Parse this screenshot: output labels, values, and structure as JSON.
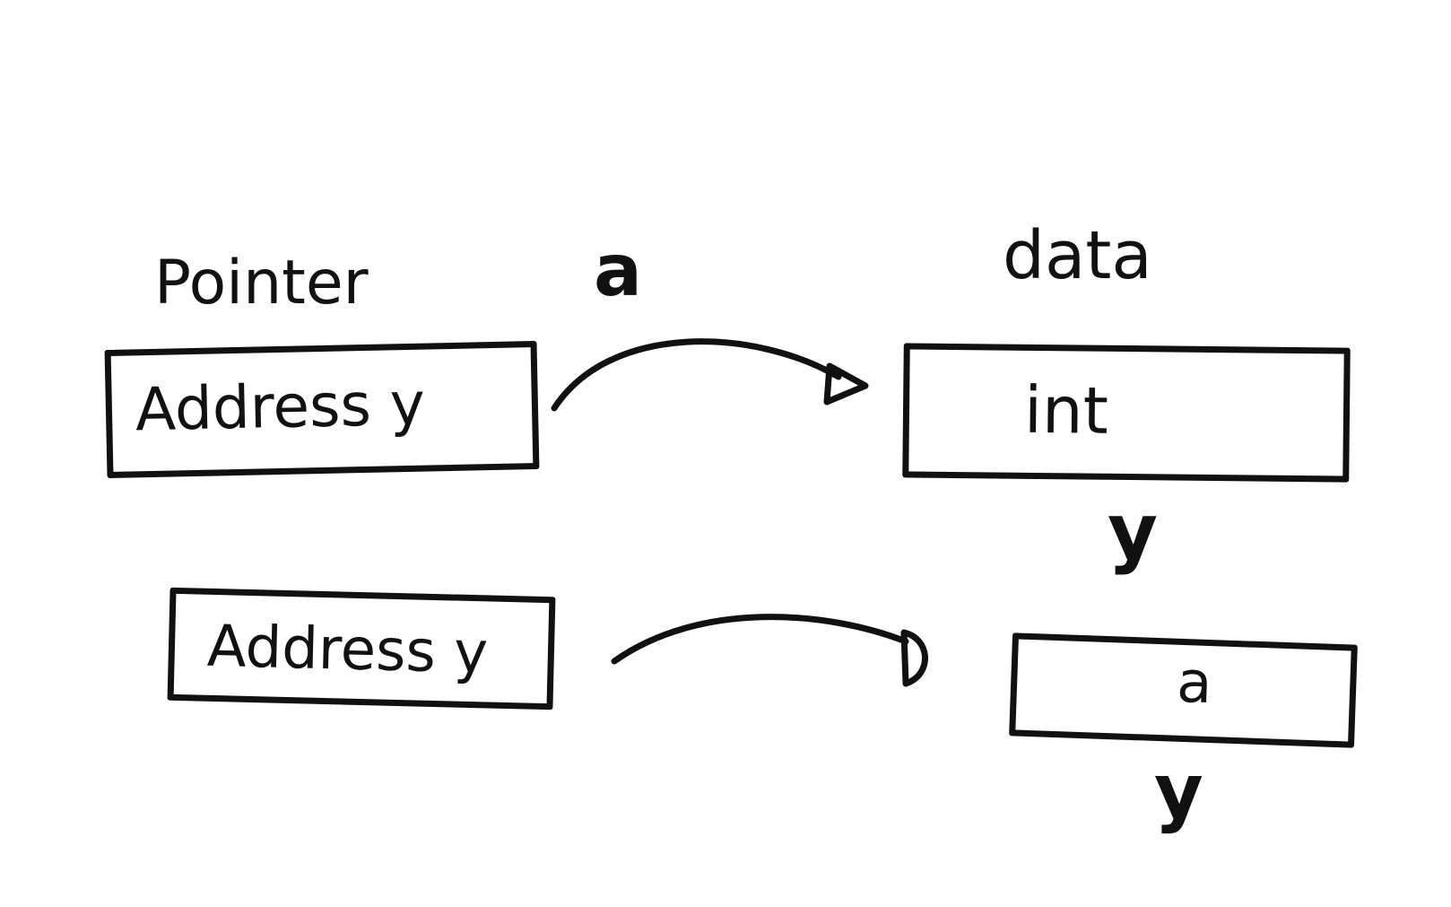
{
  "diagram": {
    "header_pointer": "Pointer",
    "header_a": "a",
    "header_data": "data",
    "row1": {
      "pointer_box_text": "Address y",
      "data_box_text": "int",
      "data_below_label": "y"
    },
    "row2": {
      "pointer_box_text": "Address y",
      "data_box_text": "a",
      "data_below_label": "y"
    }
  },
  "colors": {
    "ink": "#111111",
    "paper": "#ffffff"
  }
}
